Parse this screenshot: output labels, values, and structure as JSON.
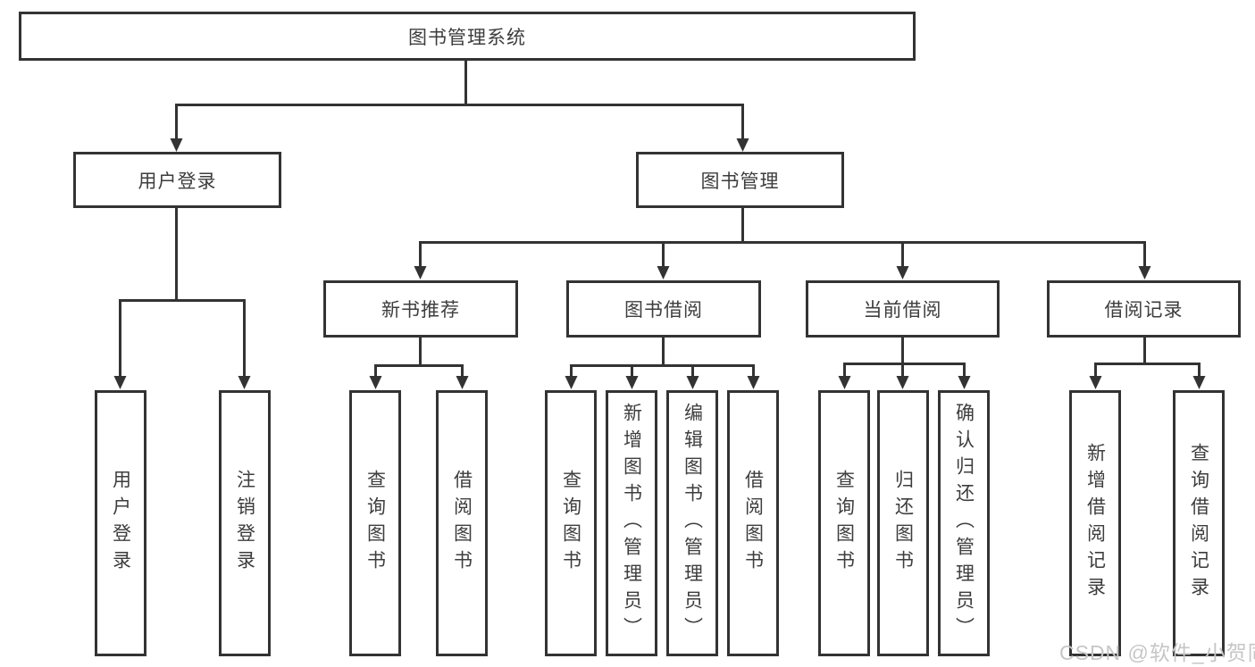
{
  "diagram_title": "图书管理系统",
  "nodes": {
    "root": "图书管理系统",
    "login": "用户登录",
    "management": "图书管理",
    "recommend": "新书推荐",
    "borrow": "图书借阅",
    "current": "当前借阅",
    "records": "借阅记录",
    "login_leaves": [
      "用户登录",
      "注销登录"
    ],
    "recommend_leaves": [
      "查询图书",
      "借阅图书"
    ],
    "borrow_leaves": [
      "查询图书",
      "新增图书（管理员）",
      "编辑图书（管理员）",
      "借阅图书"
    ],
    "current_leaves": [
      "查询图书",
      "归还图书",
      "确认归还（管理员）"
    ],
    "records_leaves": [
      "新增借阅记录",
      "查询借阅记录"
    ]
  },
  "watermark": "CSDN @软件_小贺同学",
  "colors": {
    "line": "#333333",
    "text": "#3d3d3d",
    "watermark": "#c6c6c6",
    "background": "#ffffff"
  }
}
